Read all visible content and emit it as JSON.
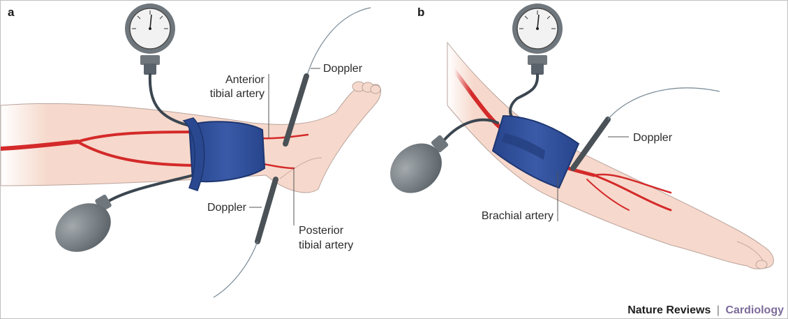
{
  "figure": {
    "panels": [
      {
        "letter": "a",
        "labels": {
          "anterior_artery_line1": "Anterior",
          "anterior_artery_line2": "tibial artery",
          "doppler_top": "Doppler",
          "doppler_bottom": "Doppler",
          "posterior_artery_line1": "Posterior",
          "posterior_artery_line2": "tibial artery"
        }
      },
      {
        "letter": "b",
        "labels": {
          "doppler": "Doppler",
          "brachial_artery": "Brachial artery"
        }
      }
    ],
    "credit": {
      "publisher": "Nature Reviews",
      "separator": "|",
      "journal": "Cardiology"
    }
  },
  "colors": {
    "skin": "#f6d9cc",
    "skin_outline": "#b9a39b",
    "artery": "#d42a2a",
    "cuff": "#2f4f97",
    "cuff_dark": "#1e3670",
    "tube": "#3b4650",
    "bulb": "#7b8288",
    "probe": "#4a5257",
    "journal_text": "#7d6b9a"
  }
}
